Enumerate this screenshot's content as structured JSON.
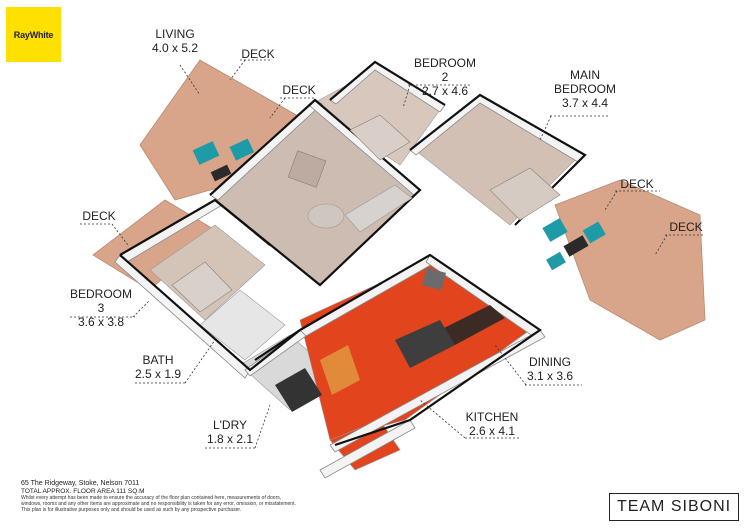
{
  "brand_logo": "RayWhite",
  "rooms": [
    {
      "name": "LIVING",
      "dims": "4.0 x 5.2"
    },
    {
      "name": "DECK"
    },
    {
      "name": "DECK"
    },
    {
      "name": "BEDROOM 2",
      "dims": "2.7 x 4.6"
    },
    {
      "name": "MAIN BEDROOM",
      "name_lines": [
        "MAIN",
        "BEDROOM"
      ],
      "dims": "3.7 x 4.4"
    },
    {
      "name": "DECK"
    },
    {
      "name": "DECK"
    },
    {
      "name": "DECK"
    },
    {
      "name": "BEDROOM 3",
      "dims": "3.6 x 3.8"
    },
    {
      "name": "BATH",
      "dims": "2.5 x 1.9"
    },
    {
      "name": "DINING",
      "dims": "3.1 x 3.6"
    },
    {
      "name": "L'DRY",
      "dims": "1.8 x 2.1"
    },
    {
      "name": "KITCHEN",
      "dims": "2.6 x 4.1"
    }
  ],
  "footer": {
    "address": "65 The Ridgeway, Stoke, Nelson 7011",
    "area": "TOTAL APPROX. FLOOR AREA 111 SQ.M",
    "disclaimer_1": "Whilst every attempt has been made to ensure the accuracy of the floor plan contained here, measurements of doors,",
    "disclaimer_2": "windows, rooms and any other items are approximate and no responsibility is taken for any error, omission, or misstatement.",
    "disclaimer_3": "This plan is for illustrative purposes only and should be used as such by any prospective purchaser."
  },
  "team_logo": "TEAM SIBONI",
  "colors": {
    "wall": "#f2f2f2",
    "deck": "#d9a88c",
    "floor_wood": "#c9b3a4",
    "kitchen_floor": "#e0401a",
    "furniture_teal": "#1f9ba8",
    "logo_yellow": "#ffe000"
  }
}
